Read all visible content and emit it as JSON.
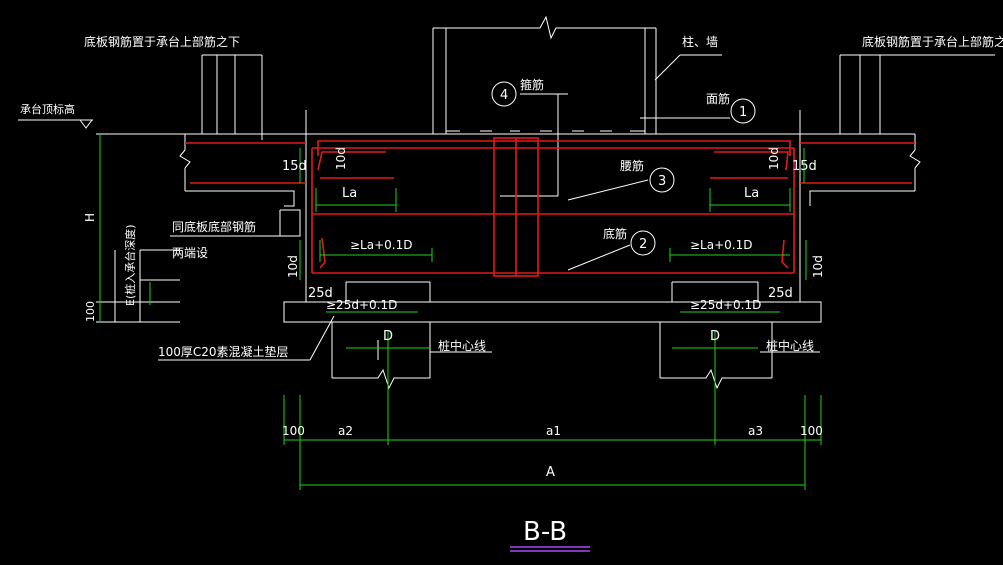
{
  "drawing": {
    "title": "B-B",
    "labels": {
      "bottom_slab_note_left": "底板钢筋置于承台上部筋之下",
      "bottom_slab_note_right": "底板钢筋置于承台上部筋之下",
      "column_wall": "柱、墙",
      "cap_top_elevation": "承台顶标高",
      "top_bar": "面筋",
      "stirrup": "箍筋",
      "waist_bar": "腰筋",
      "bottom_bar": "底筋",
      "same_as_slab_bottom_1": "同底板底部钢筋",
      "same_as_slab_bottom_2": "两端设",
      "embed_depth": "E(桩入承台深度)",
      "cushion_layer": "100厚C20素混凝土垫层",
      "pile_centerline_left": "桩中心线",
      "pile_centerline_right": "桩中心线"
    },
    "callouts": {
      "c1": "1",
      "c2": "2",
      "c3": "3",
      "c4": "4"
    },
    "dims": {
      "d15_left": "15d",
      "d10_left": "10d",
      "d10_right": "10d",
      "d15_right": "15d",
      "la_left": "La",
      "la_right": "La",
      "la01_left": "≥La+0.1D",
      "la01_right": "≥La+0.1D",
      "d10_lower_left": "10d",
      "d10_lower_right": "10d",
      "d25_left": "25d",
      "d25_right": "25d",
      "d2501_left": "≥25d+0.1D",
      "d2501_right": "≥25d+0.1D",
      "D_left": "D",
      "D_right": "D",
      "H": "H",
      "h100": "100",
      "b100_left": "100",
      "a2": "a2",
      "a1": "a1",
      "a3": "a3",
      "b100_right": "100",
      "A": "A"
    }
  }
}
